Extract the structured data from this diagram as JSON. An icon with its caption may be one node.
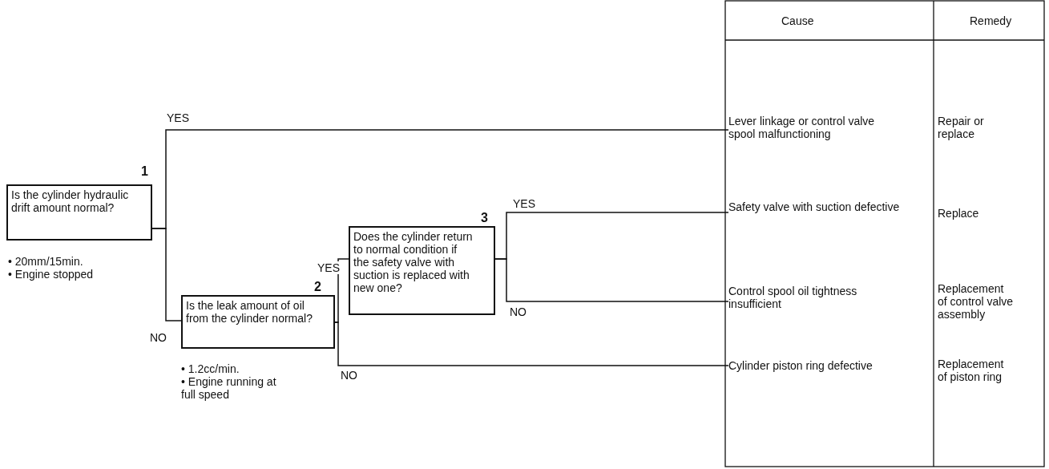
{
  "diagram": {
    "nodes": [
      {
        "text": [
          "Is the cylinder hydraulic drift amount normal?"
        ],
        "beside": [
          "1",
          "• 20mm/15min.",
          "• Engine stopped"
        ]
      },
      {
        "text": [
          "Is the leak amount of oil from the cylinder normal?"
        ],
        "beside": [
          "2",
          "• 1.2cc/min.",
          "• Engine running at full speed"
        ]
      },
      {
        "text": [
          "Does the cylinder return to normal condition if the safety valve with suction is replaced with new one?"
        ],
        "beside": [
          "3"
        ]
      },
      {
        "text": [
          "Lever linkage or control valve spool malfunctioning"
        ]
      },
      {
        "text": [
          "Safety valve with suction defective"
        ]
      },
      {
        "text": [
          "Control spool oil tightness insufficient"
        ]
      },
      {
        "text": [
          "Cylinder piston ring defective"
        ]
      }
    ],
    "edges": [
      {
        "from": 0,
        "to": 3,
        "arrow": "none",
        "label": "YES"
      },
      {
        "from": 0,
        "to": 1,
        "arrow": "none",
        "label": "NO"
      },
      {
        "from": 1,
        "to": 2,
        "arrow": "none",
        "label": "YES"
      },
      {
        "from": 1,
        "to": 6,
        "arrow": "none",
        "label": "NO"
      },
      {
        "from": 2,
        "to": 4,
        "arrow": "none",
        "label": "YES"
      },
      {
        "from": 2,
        "to": 5,
        "arrow": "none",
        "label": "NO"
      }
    ],
    "labels": [
      "Cause",
      "Remedy",
      "Repair or replace",
      "Replace",
      "Replacement of control valve assembly",
      "Replacement of piston ring"
    ]
  }
}
